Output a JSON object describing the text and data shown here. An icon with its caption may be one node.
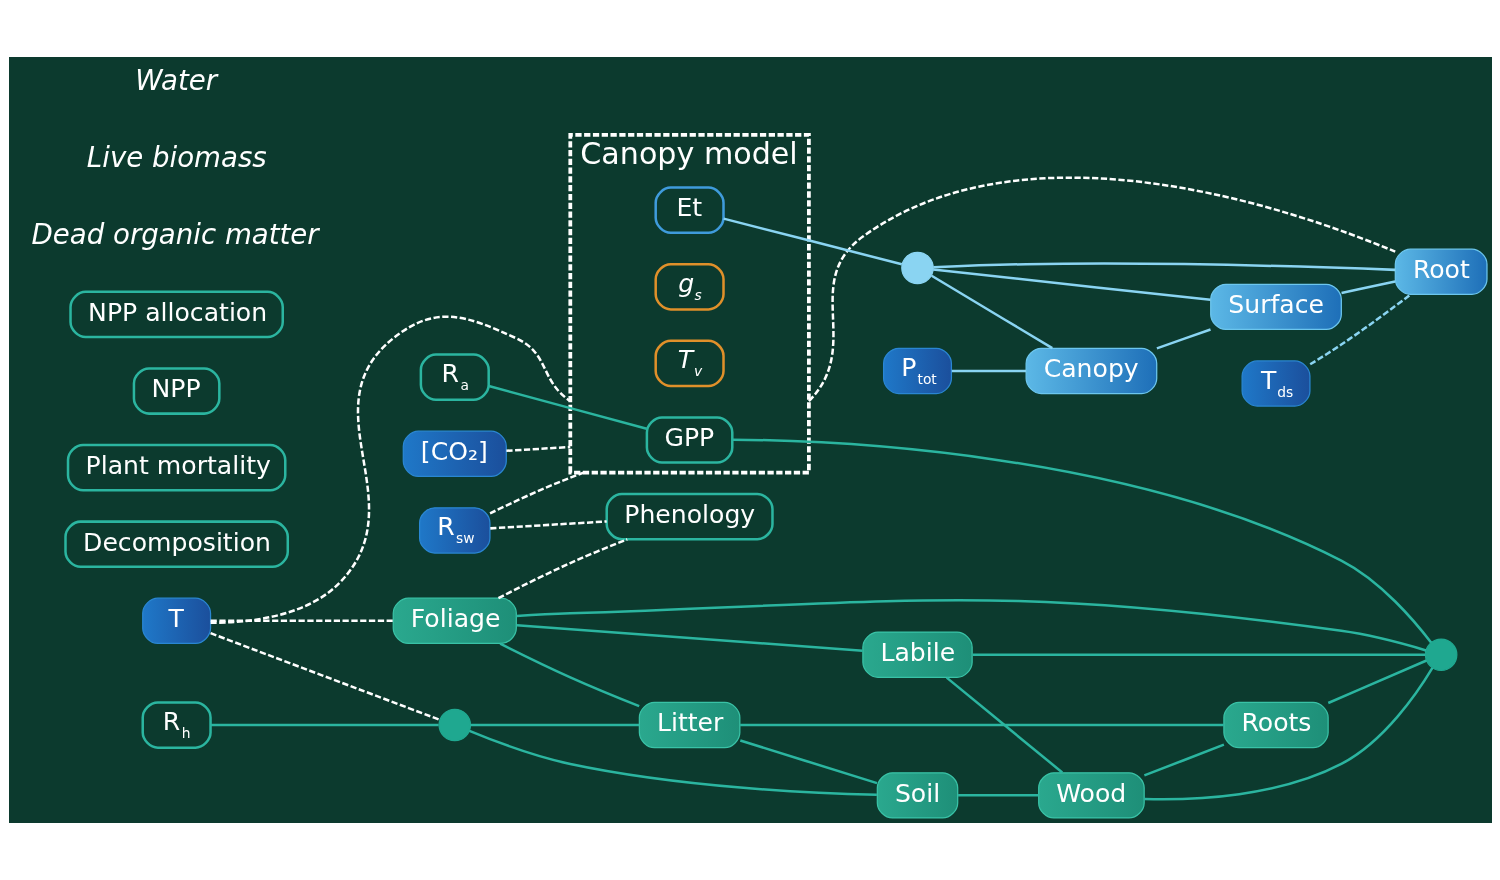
{
  "diagram": {
    "nodes": [
      {
        "text": [
          "Canopy model"
        ]
      },
      {
        "text": [
          "GPP"
        ],
        "in": 0
      },
      {
        "text": [
          "g$_{s}$"
        ],
        "in": 0
      },
      {
        "text": [
          "T$_{v}$"
        ],
        "in": 0
      },
      {
        "text": [
          "Et"
        ],
        "in": 0
      },
      {
        "text": [
          "R$_{sw}$"
        ]
      },
      {
        "text": [
          "T"
        ]
      },
      {
        "text": [
          "R$_{h}$"
        ]
      },
      {
        "text": [
          "R$_{a}$"
        ]
      },
      {
        "text": [
          "[CO₂]"
        ]
      },
      {
        "text": [
          "P$_{tot}$"
        ]
      },
      {
        "text": [
          "Foliage"
        ]
      },
      {
        "text": [
          "Phenology"
        ]
      },
      {
        "text": [
          "Litter"
        ]
      },
      {
        "text": [
          "Decomposition"
        ]
      },
      {
        "text": [
          "Plant mortality"
        ]
      },
      {
        "text": [
          "Labile"
        ]
      },
      {
        "text": [
          "NPP"
        ]
      },
      {
        "text": [
          "Soil"
        ]
      },
      {
        "text": [
          "Wood"
        ]
      },
      {
        "text": [
          "Roots"
        ]
      },
      {
        "text": [
          "NPP allocation"
        ]
      },
      {
        "text": [
          "Canopy"
        ]
      },
      {
        "text": [
          "Surface"
        ]
      },
      {
        "text": [
          "Root"
        ]
      },
      {
        "text": [
          "T$_{ds}$"
        ]
      },
      {
        "text": [],
        "shape": "circle"
      },
      {
        "text": [],
        "shape": "circle"
      },
      {
        "text": [],
        "shape": "circle"
      }
    ],
    "edges": [
      {
        "from": 7,
        "to": 26,
        "arrow": "none"
      },
      {
        "from": 6,
        "to": 26,
        "arrow": "none",
        "style": "dashed",
        "color": "#ffffff"
      },
      {
        "from": 6,
        "to": 11,
        "arrow": "none",
        "style": "dashed",
        "color": "#ffffff"
      },
      {
        "from": 6,
        "to": 0,
        "arrow": "none",
        "style": "dashed",
        "color": "#ffffff"
      },
      {
        "from": 5,
        "to": 0,
        "arrow": "none",
        "style": "dashed",
        "color": "#ffffff"
      },
      {
        "from": 5,
        "to": 12,
        "arrow": "none",
        "style": "dashed",
        "color": "#ffffff"
      },
      {
        "from": 11,
        "to": 12,
        "arrow": "none",
        "style": "dashed",
        "color": "#ffffff"
      },
      {
        "from": 8,
        "to": 1,
        "arrow": "none"
      },
      {
        "from": 9,
        "to": 0,
        "arrow": "none",
        "style": "dashed",
        "color": "#ffffff"
      },
      {
        "from": 1,
        "to": 27,
        "arrow": "none"
      },
      {
        "from": 11,
        "to": 27,
        "arrow": "none"
      },
      {
        "from": 16,
        "to": 27,
        "arrow": "none"
      },
      {
        "from": 19,
        "to": 27,
        "arrow": "none"
      },
      {
        "from": 20,
        "to": 27,
        "arrow": "none"
      },
      {
        "from": 11,
        "to": 13,
        "arrow": "none"
      },
      {
        "from": 11,
        "to": 16,
        "arrow": "none"
      },
      {
        "from": 16,
        "to": 19,
        "arrow": "none"
      },
      {
        "from": 19,
        "to": 20,
        "arrow": "none"
      },
      {
        "from": 13,
        "to": 18,
        "arrow": "none"
      },
      {
        "from": 13,
        "to": 20,
        "arrow": "none"
      },
      {
        "from": 18,
        "to": 19,
        "arrow": "none"
      },
      {
        "from": 26,
        "to": 13,
        "arrow": "none"
      },
      {
        "from": 26,
        "to": 18,
        "arrow": "none"
      },
      {
        "from": 4,
        "to": 28,
        "arrow": "none",
        "color": "#8ad4f2"
      },
      {
        "from": 10,
        "to": 22,
        "arrow": "none",
        "color": "#8ad4f2"
      },
      {
        "from": 22,
        "to": 23,
        "arrow": "none",
        "color": "#8ad4f2"
      },
      {
        "from": 23,
        "to": 24,
        "arrow": "none",
        "color": "#8ad4f2"
      },
      {
        "from": 28,
        "to": 22,
        "arrow": "none",
        "color": "#8ad4f2"
      },
      {
        "from": 28,
        "to": 23,
        "arrow": "none",
        "color": "#8ad4f2"
      },
      {
        "from": 28,
        "to": 24,
        "arrow": "none",
        "color": "#8ad4f2"
      },
      {
        "from": 0,
        "to": 24,
        "arrow": "none",
        "style": "dashed",
        "color": "#ffffff"
      },
      {
        "from": 25,
        "to": 24,
        "arrow": "none",
        "style": "dashed",
        "color": "#8ad4f2"
      }
    ],
    "labels": [
      "Dead organic matter",
      "Live biomass",
      "Water"
    ]
  }
}
